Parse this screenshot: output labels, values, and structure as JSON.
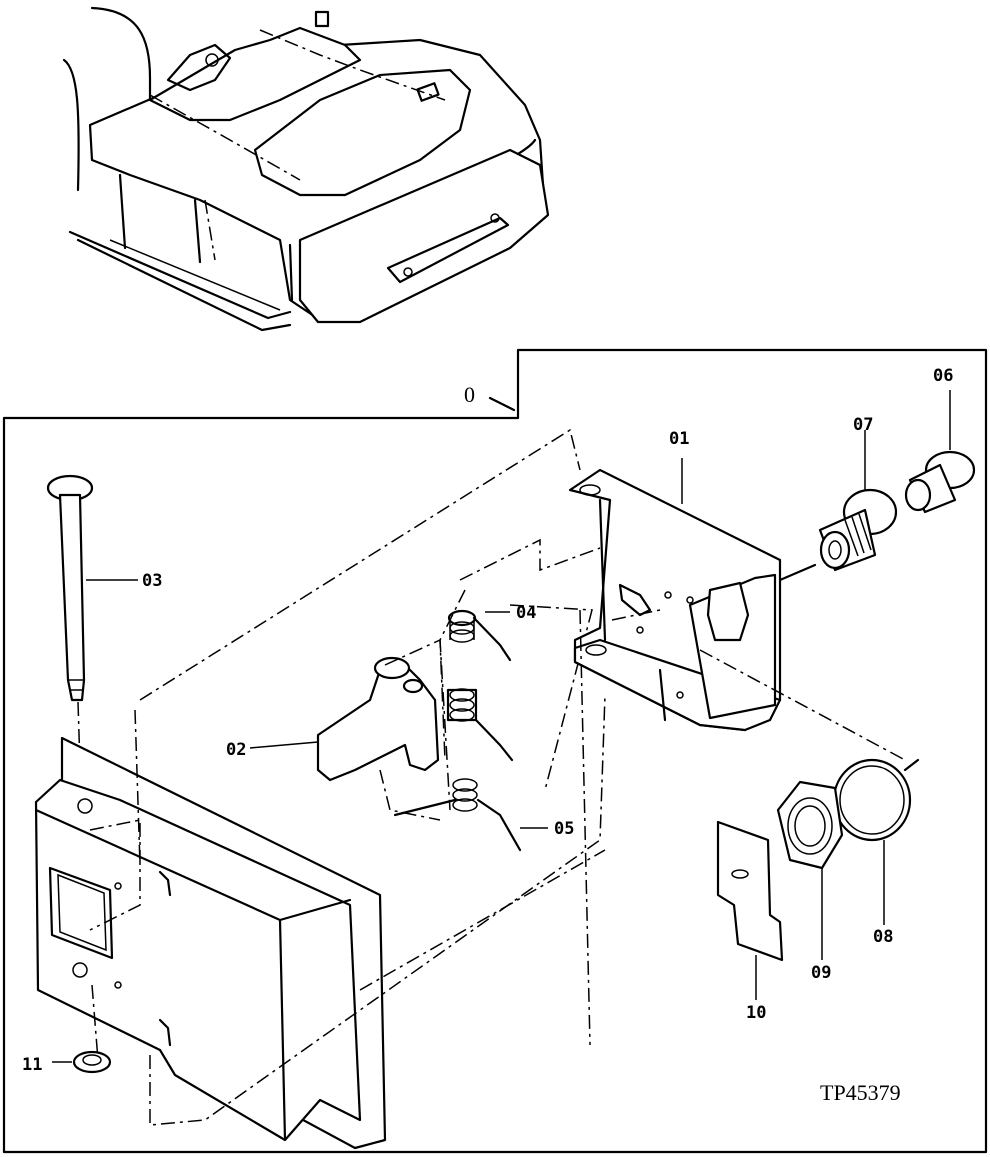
{
  "diagram": {
    "callouts": [
      {
        "id": "0",
        "label": "0"
      },
      {
        "id": "01",
        "label": "01"
      },
      {
        "id": "02",
        "label": "02"
      },
      {
        "id": "03",
        "label": "03"
      },
      {
        "id": "04",
        "label": "04"
      },
      {
        "id": "05",
        "label": "05"
      },
      {
        "id": "06",
        "label": "06"
      },
      {
        "id": "07",
        "label": "07"
      },
      {
        "id": "08",
        "label": "08"
      },
      {
        "id": "09",
        "label": "09"
      },
      {
        "id": "10",
        "label": "10"
      },
      {
        "id": "11",
        "label": "11"
      }
    ],
    "figure_ref": "TP45379"
  }
}
